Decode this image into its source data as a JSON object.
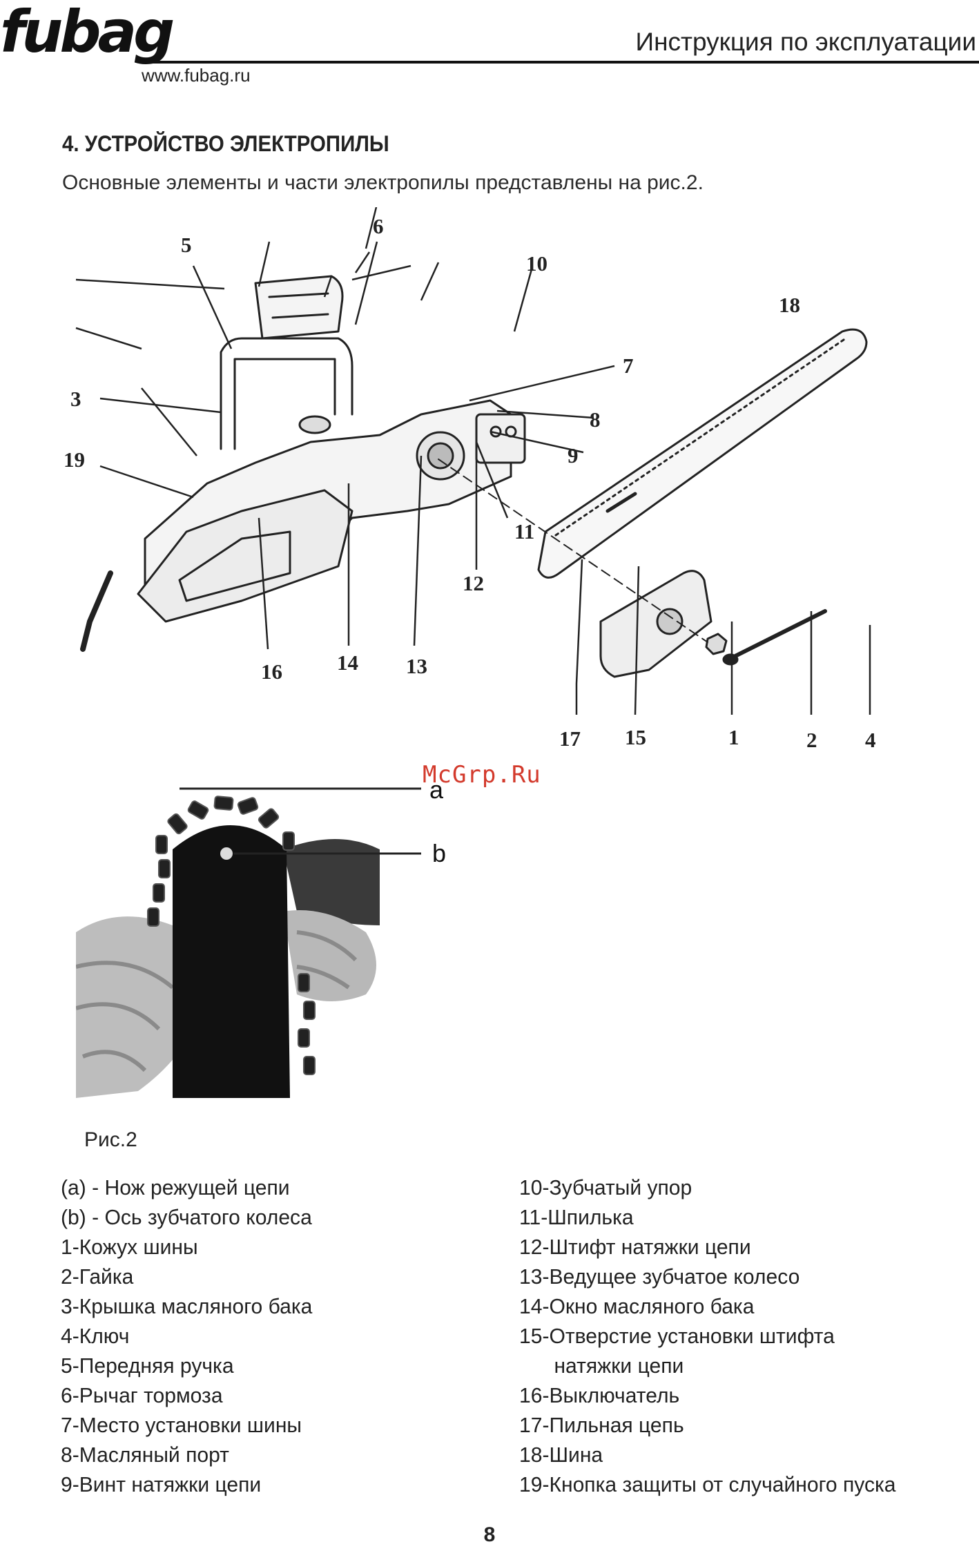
{
  "header": {
    "logo_text": "fubag",
    "website": "www.fubag.ru",
    "document_title": "Инструкция по эксплуатации"
  },
  "section": {
    "heading": "4. УСТРОЙСТВО ЭЛЕКТРОПИЛЫ",
    "intro": "Основные элементы и части электропилы представлены на рис.2."
  },
  "figure": {
    "callouts": [
      "1",
      "2",
      "3",
      "4",
      "5",
      "6",
      "7",
      "8",
      "9",
      "10",
      "11",
      "12",
      "13",
      "14",
      "15",
      "16",
      "17",
      "18",
      "19"
    ],
    "photo_labels": {
      "a": "a",
      "b": "b"
    },
    "caption": "Рис.2",
    "watermark": "McGrp.Ru"
  },
  "legend_left": [
    "(a) - Нож режущей цепи",
    "(b) - Ось зубчатого колеса",
    "1-Кожух шины",
    "2-Гайка",
    "3-Крышка масляного бака",
    "4-Ключ",
    "5-Передняя ручка",
    "6-Рычаг тормоза",
    "7-Место установки шины",
    "8-Масляный порт",
    "9-Винт натяжки цепи"
  ],
  "legend_right": [
    "10-Зубчатый упор",
    "11-Шпилька",
    "12-Штифт натяжки цепи",
    "13-Ведущее зубчатое колесо",
    "14-Окно масляного бака",
    "15-Отверстие установки штифта",
    "натяжки цепи",
    "16-Выключатель",
    "17-Пильная цепь",
    "18-Шина",
    "19-Кнопка защиты от случайного пуска"
  ],
  "page_number": "8"
}
